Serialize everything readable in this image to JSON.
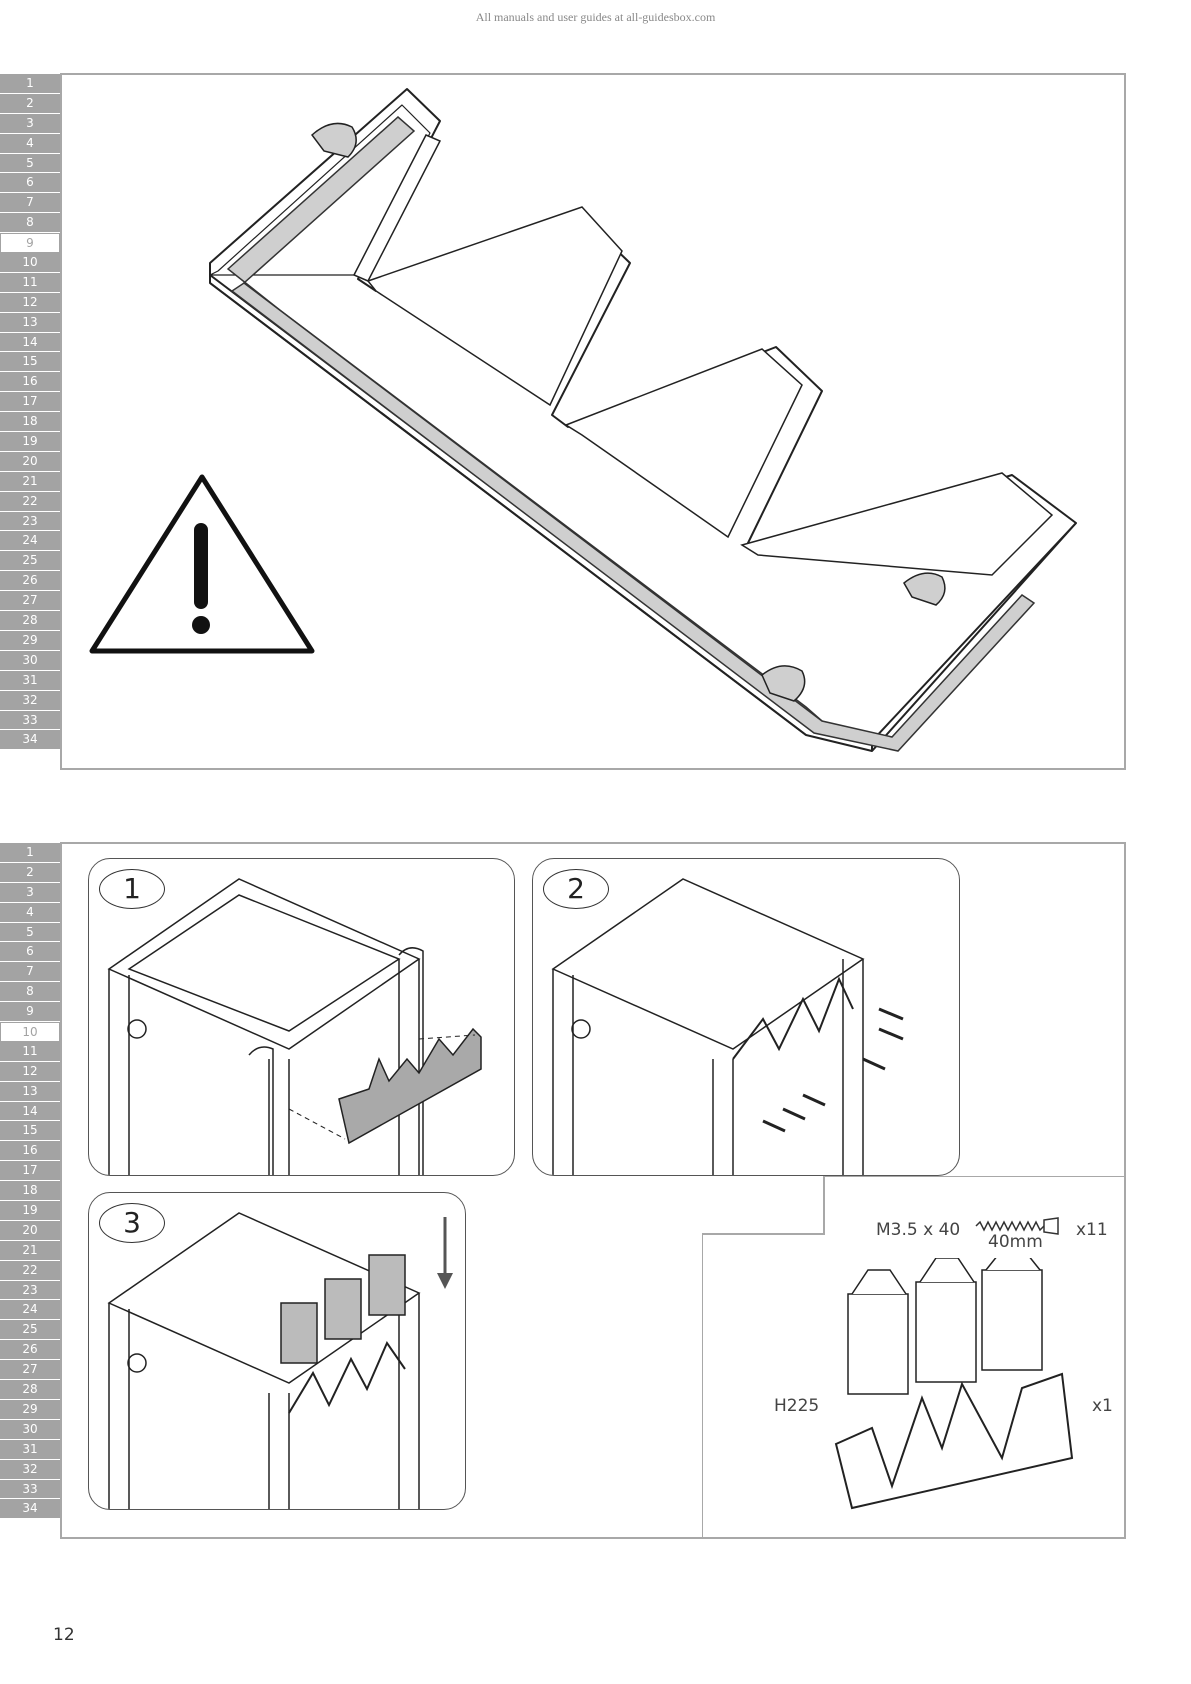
{
  "header": {
    "watermark": "All manuals and user guides at all-guidesbox.com"
  },
  "step_numbers": [
    "1",
    "2",
    "3",
    "4",
    "5",
    "6",
    "7",
    "8",
    "9",
    "10",
    "11",
    "12",
    "13",
    "14",
    "15",
    "16",
    "17",
    "18",
    "19",
    "20",
    "21",
    "22",
    "23",
    "24",
    "25",
    "26",
    "27",
    "28",
    "29",
    "30",
    "31",
    "32",
    "33",
    "34"
  ],
  "panel_top": {
    "active_step": "9",
    "warning_icon": "warning-triangle-icon"
  },
  "panel_bottom": {
    "active_step": "10",
    "substeps": [
      {
        "label": "1"
      },
      {
        "label": "2"
      },
      {
        "label": "3"
      }
    ],
    "parts": {
      "screw_spec": "M3.5 x 40",
      "screw_length": "40mm",
      "screw_qty": "x11",
      "holder_code": "H225",
      "holder_qty": "x1"
    }
  },
  "footer": {
    "page_number": "12"
  }
}
